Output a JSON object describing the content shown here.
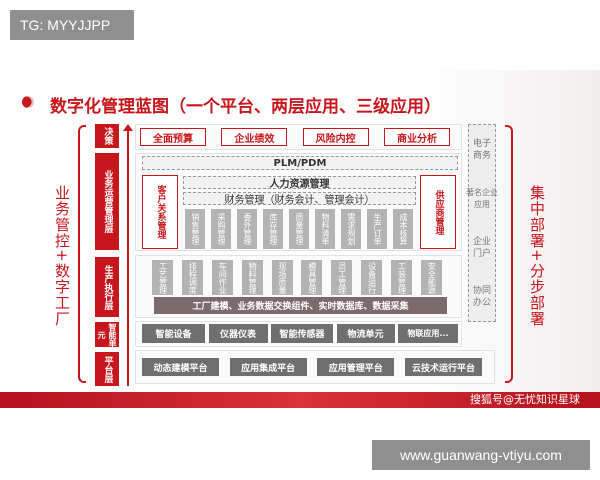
{
  "tg_label": "TG: MYYJJPP",
  "watermark_url": "www.guanwang-vtiyu.com",
  "title": "数字化管理蓝图（一个平台、两层应用、三级应用）",
  "source_credit": "搜狐号@无忧知识星球",
  "left_side_text": "业务管控+数字工厂",
  "right_side_text": "集中部署+分步部署",
  "layers": {
    "decision": "决策",
    "business": "业务运营管理层",
    "production": "生产执行层",
    "smart": "智能单元",
    "platform": "平台层"
  },
  "decision_items": [
    "全面预算",
    "企业绩效",
    "风险内控",
    "商业分析"
  ],
  "business": {
    "plm": "PLM/PDM",
    "hr": "人力资源管理",
    "finance": "财务管理（财务会计、管理会计）",
    "crm": "客户关系管理",
    "scm": "供应商管理",
    "modules": [
      "销售管理",
      "采购管理",
      "委外管理",
      "库存管理",
      "质量管理",
      "物料清单",
      "需求规划",
      "生产订单",
      "成本核算"
    ]
  },
  "production": {
    "modules": [
      "工艺管理",
      "排程调度",
      "车间作业",
      "物料管理",
      "现场质量",
      "模具管理",
      "员工管理",
      "设备运行",
      "工装管理",
      "安全能源"
    ],
    "bar": "工厂建模、业务数据交换组件、实时数据库、数据采集"
  },
  "smart_items": [
    "智能设备",
    "仪器仪表",
    "智能传感器",
    "物流单元",
    "物联应用..."
  ],
  "platform_items": [
    "动态建模平台",
    "应用集成平台",
    "应用管理平台",
    "云技术运行平台"
  ],
  "right_column": [
    "电子商务",
    "著名企业应用",
    "企业门户",
    "协同办公"
  ],
  "colors": {
    "accent": "#c8161d",
    "module_gray": "#b3b3b3",
    "module_dark": "#6f6f6f"
  }
}
